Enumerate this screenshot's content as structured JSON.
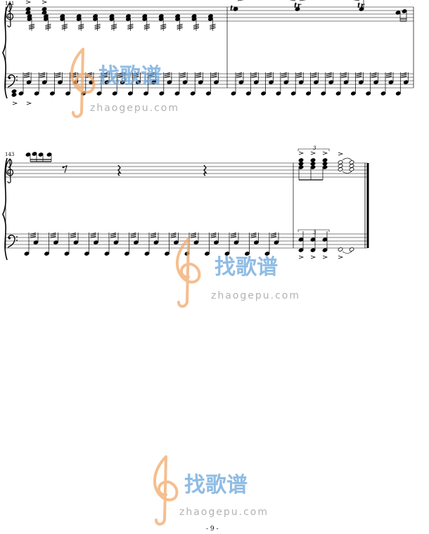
{
  "document": {
    "page_number": "- 9 -",
    "measure_numbers": [
      "141",
      "143"
    ],
    "ornaments": {
      "trill": "tr",
      "tuplet": "3"
    },
    "clefs": [
      "treble",
      "bass"
    ],
    "watermark": {
      "cn": "找歌谱",
      "en": "zhaogepu.com",
      "colors": {
        "orange": "#f2a96a",
        "blue": "#6aa6dc"
      }
    }
  }
}
